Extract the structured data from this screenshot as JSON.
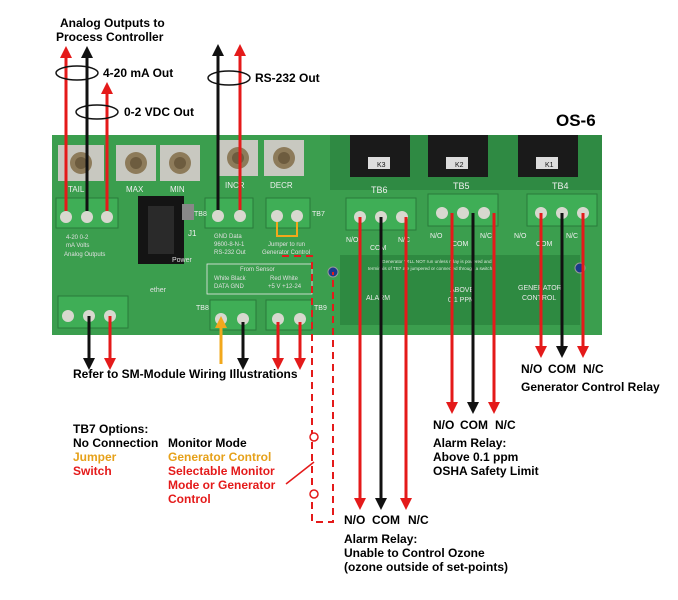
{
  "analog": {
    "title_line1": "Analog Outputs to",
    "title_line2": "Process Controller",
    "ma_out": "4-20 mA Out",
    "vdc_out": "0-2 VDC Out"
  },
  "rs232": {
    "label": "RS-232 Out"
  },
  "board": {
    "model": "OS-6",
    "buttons": [
      "TAIL",
      "MAX",
      "MIN",
      "INCR",
      "DECR"
    ],
    "relay_tags": [
      "K3",
      "K2",
      "K1"
    ],
    "terminals": [
      "TB6",
      "TB5",
      "TB4",
      "TB7",
      "TB9",
      "TB8"
    ],
    "analog_pins": "4-20   0-2",
    "analog_pins2": "mA   Volts",
    "analog_caption": "Analog Outputs",
    "rs232_pins": "GND   Data",
    "rs232_pins2": "9600-8-N-1",
    "rs232_caption": "RS-232 Out",
    "jumper_text": "Jumper to run",
    "jumper_text2": "Generator Control",
    "sensor_from": "From Sensor",
    "sensor_colors": "White  Black",
    "sensor_pins": "DATA   GND",
    "power_colors": "Red   White",
    "power_pins": "+5 V  +12-24",
    "relay_note_1": "Generator WILL NOT run unless relay is powered and",
    "relay_note_2": "terminals of TB7 are jumpered or connected through a switch",
    "relay_alarm": "ALARM",
    "relay_above": "ABOVE",
    "relay_ppm": "0.1 PPM",
    "relay_gen": "GENERATOR",
    "relay_control": "CONTROL",
    "no": "N/O",
    "com": "COM",
    "nc": "N/C",
    "j1": "J1",
    "power_tag": "Power",
    "ether": "ether"
  },
  "refer": {
    "label": "Refer to SM-Module Wiring Illustrations"
  },
  "tb7": {
    "title": "TB7 Options:",
    "row1_a": "No Connection",
    "row1_b": "Monitor Mode",
    "row2_a": "Jumper",
    "row2_b": "Generator Control",
    "row3_a": "Switch",
    "row3_b": "Selectable Monitor",
    "row3_c": "Mode or Generator",
    "row3_d": "Control"
  },
  "relays": {
    "no": "N/O",
    "com": "COM",
    "nc": "N/C",
    "gen_title": "Generator Control Relay",
    "above_title": "Alarm Relay:",
    "above_line2": "Above 0.1 ppm",
    "above_line3": "OSHA Safety Limit",
    "unable_title": "Alarm Relay:",
    "unable_line2": "Unable to Control Ozone",
    "unable_line3": "(ozone outside of set-points)"
  },
  "colors": {
    "board": "#3b9e4e",
    "board_dark": "#2d7d3c",
    "connector": "#3fae56",
    "wire_red": "#e41a1a",
    "wire_black": "#111111",
    "wire_orange": "#f2a81c"
  }
}
